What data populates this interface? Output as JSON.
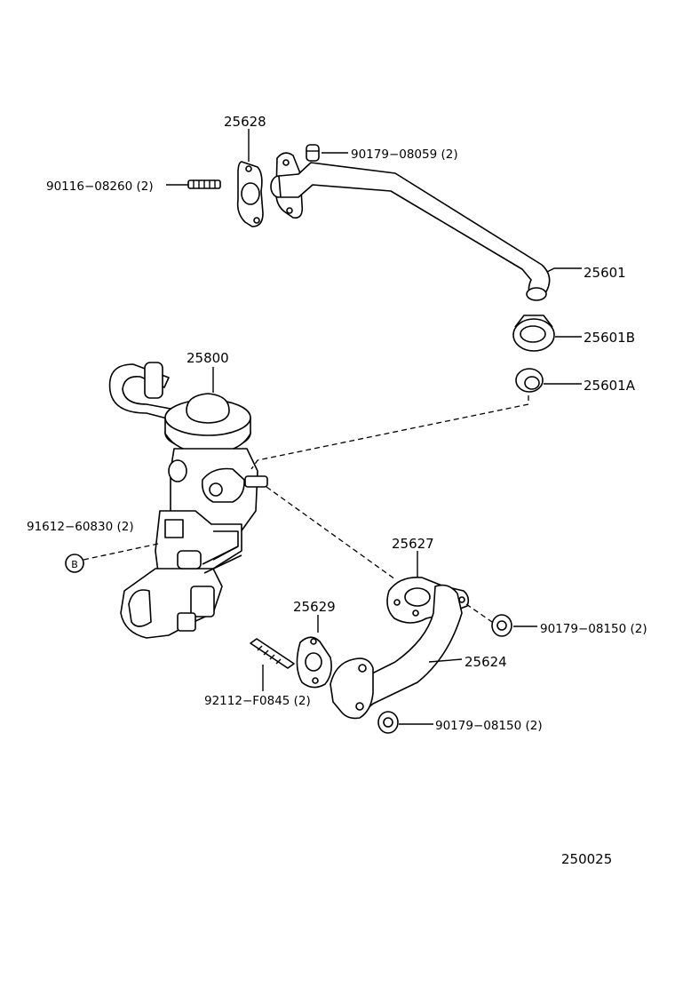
{
  "parts": {
    "p25628": "25628",
    "p90179_08059": "90179−08059 (2)",
    "p90116_08260": "90116−08260 (2)",
    "p25601": "25601",
    "p25601B": "25601B",
    "p25601A": "25601A",
    "p25800": "25800",
    "p91612_60830": "91612−60830 (2)",
    "p25627": "25627",
    "p25629": "25629",
    "p90179_08150_a": "90179−08150 (2)",
    "p25624": "25624",
    "p92112_F0845": "92112−F0845 (2)",
    "p90179_08150_b": "90179−08150 (2)"
  },
  "footer": {
    "code": "250025"
  },
  "icons": {
    "bolt_marker": "B"
  }
}
